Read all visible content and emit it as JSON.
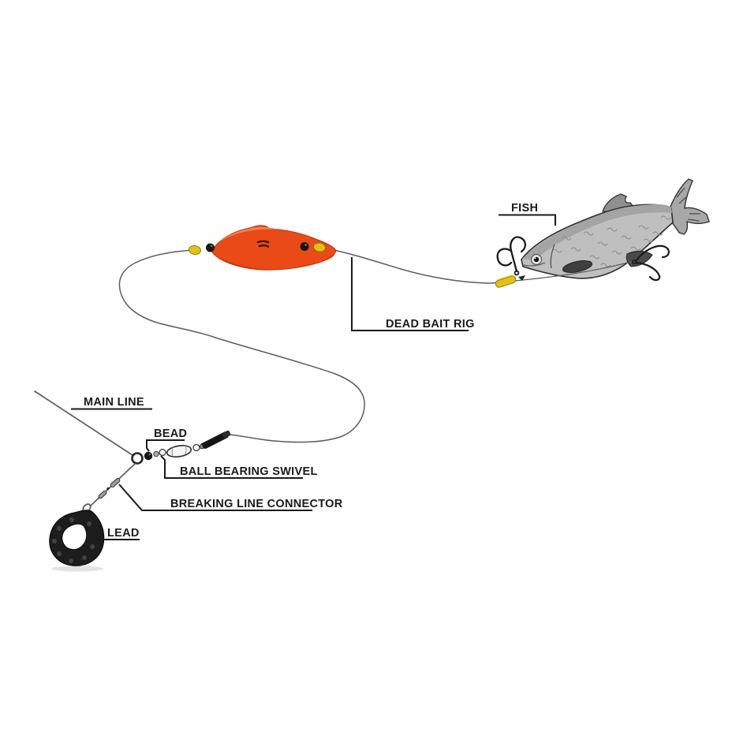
{
  "diagram": {
    "type": "fishing-rig-diagram",
    "labels": {
      "fish": "FISH",
      "dead_bait_rig": "DEAD BAIT RIG",
      "main_line": "MAIN LINE",
      "bead": "BEAD",
      "ball_bearing_swivel": "BALL BEARING SWIVEL",
      "breaking_line_connector": "BREAKING LINE CONNECTOR",
      "lead": "LEAD"
    },
    "colors": {
      "float_orange": "#ea4a16",
      "float_shade": "#c2370c",
      "bead_yellow": "#e4c214",
      "bead_black": "#161616",
      "line_gray": "#5c5c5c",
      "label_black": "#1a1a1a",
      "fish_gray": "#bfbfbf",
      "fish_dark": "#a4a4a4",
      "fin_dark": "#3f3f3f",
      "lead_black": "#1d1d1d",
      "metal_white": "#f6f6f6"
    }
  }
}
